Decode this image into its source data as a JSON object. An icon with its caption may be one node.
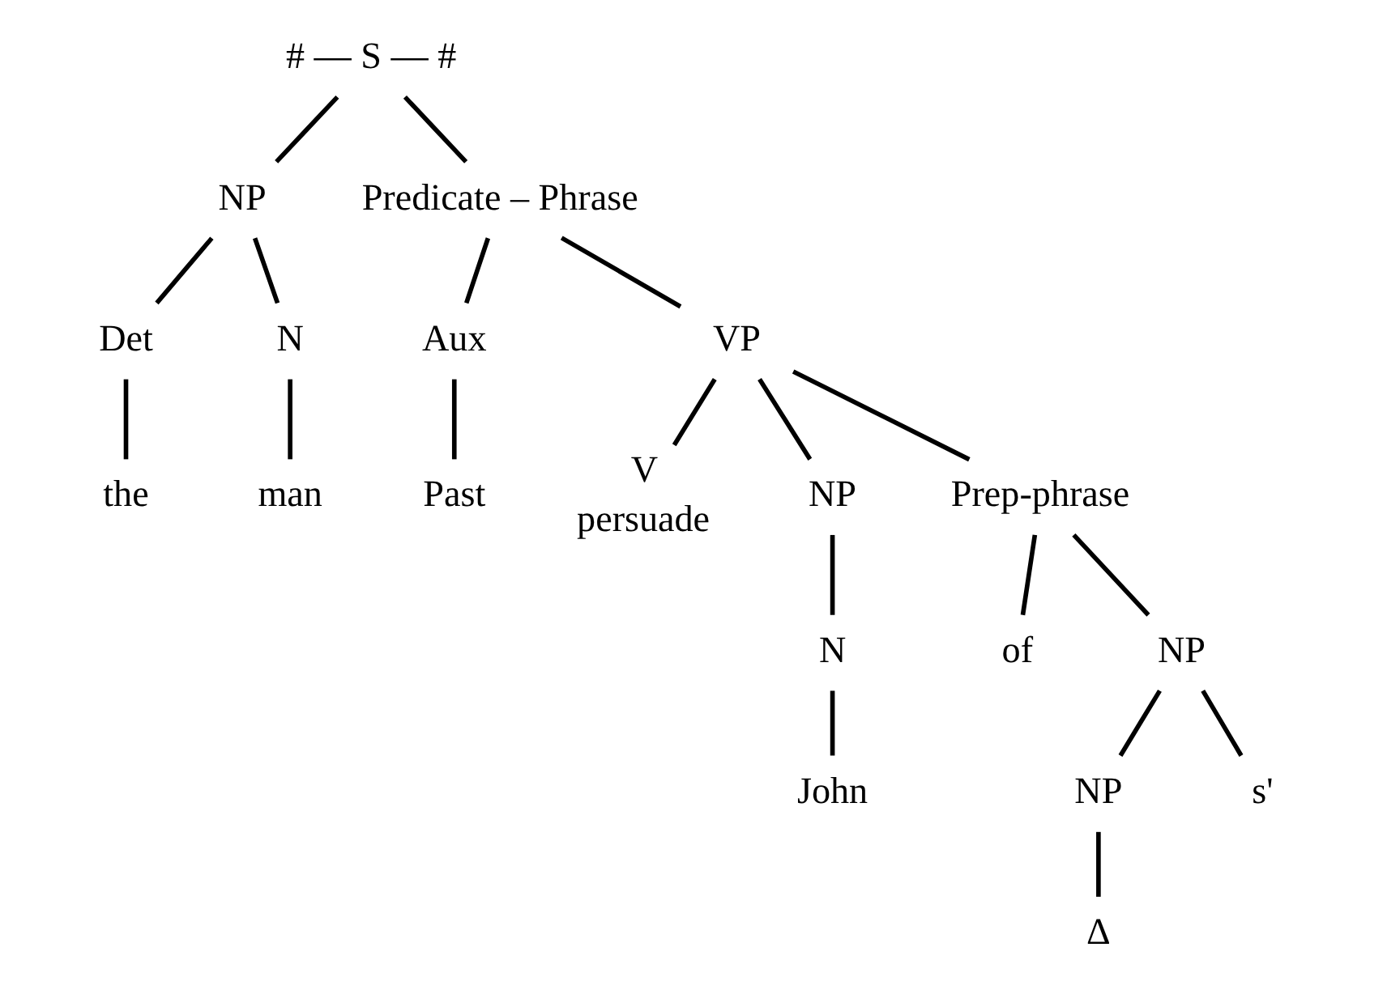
{
  "diagram": {
    "nodes": [
      {
        "text": [
          "# — S — #"
        ]
      },
      {
        "text": [
          "NP"
        ]
      },
      {
        "text": [
          "Predicate – Phrase"
        ]
      },
      {
        "text": [
          "Det"
        ]
      },
      {
        "text": [
          "N"
        ]
      },
      {
        "text": [
          "Aux"
        ]
      },
      {
        "text": [
          "VP"
        ]
      },
      {
        "text": [
          "the"
        ]
      },
      {
        "text": [
          "man"
        ]
      },
      {
        "text": [
          "Past"
        ]
      },
      {
        "text": [
          "V"
        ],
        "beside": [
          "persuade"
        ]
      },
      {
        "text": [
          "NP"
        ]
      },
      {
        "text": [
          "Prep-phrase"
        ]
      },
      {
        "text": [
          "N"
        ]
      },
      {
        "text": [
          "John"
        ]
      },
      {
        "text": [
          "of"
        ]
      },
      {
        "text": [
          "NP"
        ]
      },
      {
        "text": [
          "NP"
        ]
      },
      {
        "text": [
          "s'"
        ]
      },
      {
        "text": [
          "Δ"
        ]
      }
    ],
    "edges": [
      {
        "from": 0,
        "to": 1,
        "arrow": "none"
      },
      {
        "from": 0,
        "to": 2,
        "arrow": "none"
      },
      {
        "from": 1,
        "to": 3,
        "arrow": "none"
      },
      {
        "from": 1,
        "to": 4,
        "arrow": "none"
      },
      {
        "from": 2,
        "to": 5,
        "arrow": "none"
      },
      {
        "from": 2,
        "to": 6,
        "arrow": "none"
      },
      {
        "from": 3,
        "to": 7,
        "arrow": "none"
      },
      {
        "from": 4,
        "to": 8,
        "arrow": "none"
      },
      {
        "from": 5,
        "to": 9,
        "arrow": "none"
      },
      {
        "from": 6,
        "to": 10,
        "arrow": "none"
      },
      {
        "from": 6,
        "to": 11,
        "arrow": "none"
      },
      {
        "from": 6,
        "to": 12,
        "arrow": "none"
      },
      {
        "from": 11,
        "to": 13,
        "arrow": "none"
      },
      {
        "from": 13,
        "to": 14,
        "arrow": "none"
      },
      {
        "from": 12,
        "to": 15,
        "arrow": "none"
      },
      {
        "from": 12,
        "to": 16,
        "arrow": "none"
      },
      {
        "from": 16,
        "to": 17,
        "arrow": "none"
      },
      {
        "from": 16,
        "to": 18,
        "arrow": "none"
      },
      {
        "from": 17,
        "to": 19,
        "arrow": "none"
      }
    ]
  }
}
